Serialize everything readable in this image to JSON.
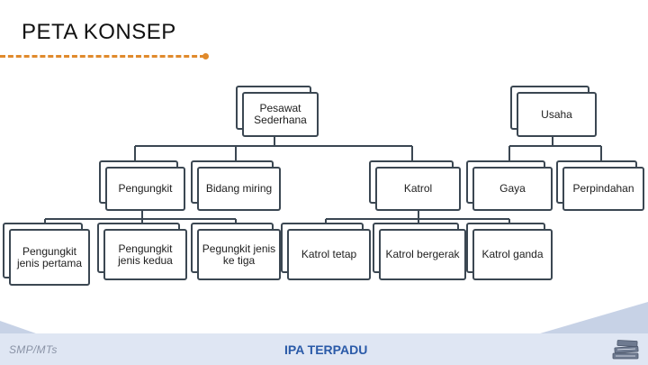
{
  "header": {
    "title": "PETA KONSEP",
    "accent_color": "#e08a2c"
  },
  "nodes": {
    "pesawat_sederhana": "Pesawat Sederhana",
    "usaha": "Usaha",
    "pengungkit": "Pengungkit",
    "bidang_miring": "Bidang miring",
    "katrol": "Katrol",
    "gaya": "Gaya",
    "perpindahan": "Perpindahan",
    "pengungkit_jenis_pertama": "Pengungkit jenis pertama",
    "pengungkit_jenis_kedua": "Pengungkit jenis kedua",
    "pengungkit_jenis_ketiga": "Pegungkit jenis ke tiga",
    "katrol_tetap": "Katrol tetap",
    "katrol_bergerak": "Katrol bergerak",
    "katrol_ganda": "Katrol ganda"
  },
  "footer": {
    "logo_text": "SMP/MTs",
    "brand": "IPA TERPADU",
    "icon": "books-icon",
    "bar_color": "#dfe6f3"
  }
}
